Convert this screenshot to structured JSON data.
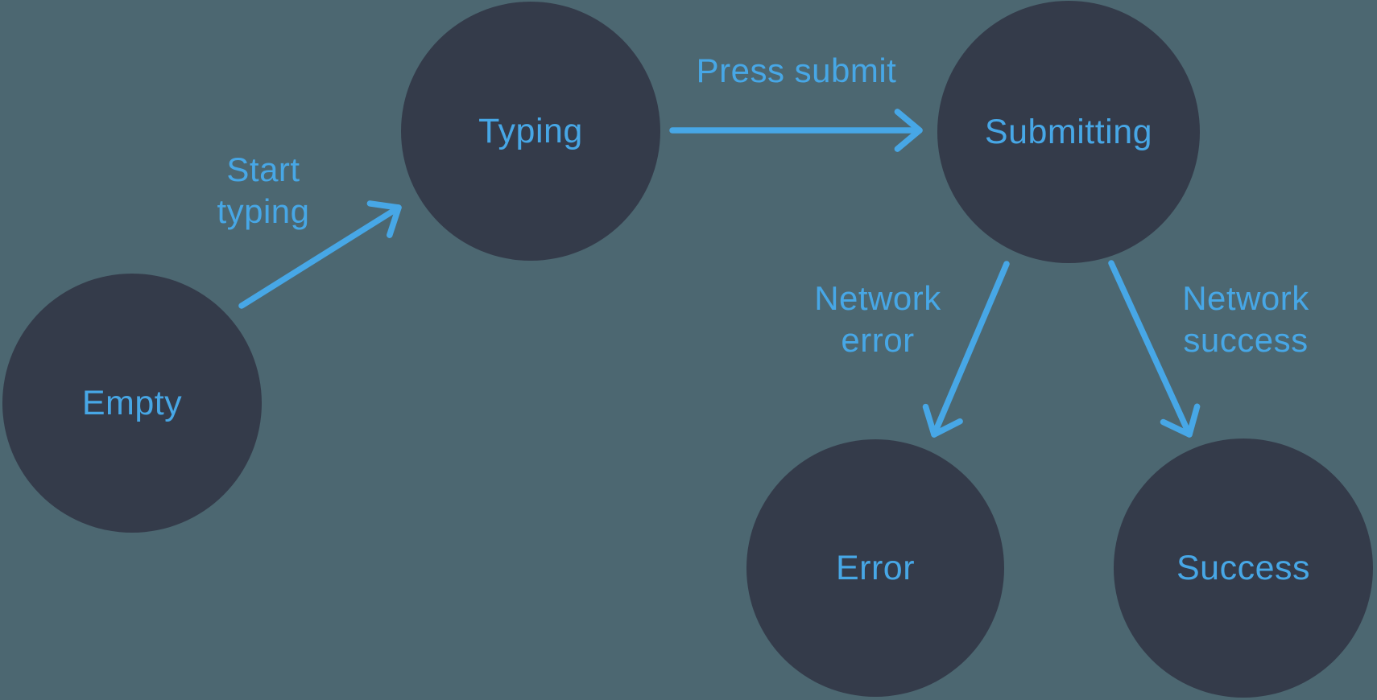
{
  "colors": {
    "background": "#4C6771",
    "node_fill": "#343B4A",
    "accent": "#47A7E6"
  },
  "nodes": [
    {
      "id": "empty",
      "label": "Empty"
    },
    {
      "id": "typing",
      "label": "Typing"
    },
    {
      "id": "submitting",
      "label": "Submitting"
    },
    {
      "id": "error",
      "label": "Error"
    },
    {
      "id": "success",
      "label": "Success"
    }
  ],
  "edges": [
    {
      "id": "start-typing",
      "from": "empty",
      "to": "typing",
      "label_lines": [
        "Start",
        "typing"
      ]
    },
    {
      "id": "press-submit",
      "from": "typing",
      "to": "submitting",
      "label_lines": [
        "Press submit"
      ]
    },
    {
      "id": "network-error",
      "from": "submitting",
      "to": "error",
      "label_lines": [
        "Network",
        "error"
      ]
    },
    {
      "id": "network-success",
      "from": "submitting",
      "to": "success",
      "label_lines": [
        "Network",
        "success"
      ]
    }
  ]
}
